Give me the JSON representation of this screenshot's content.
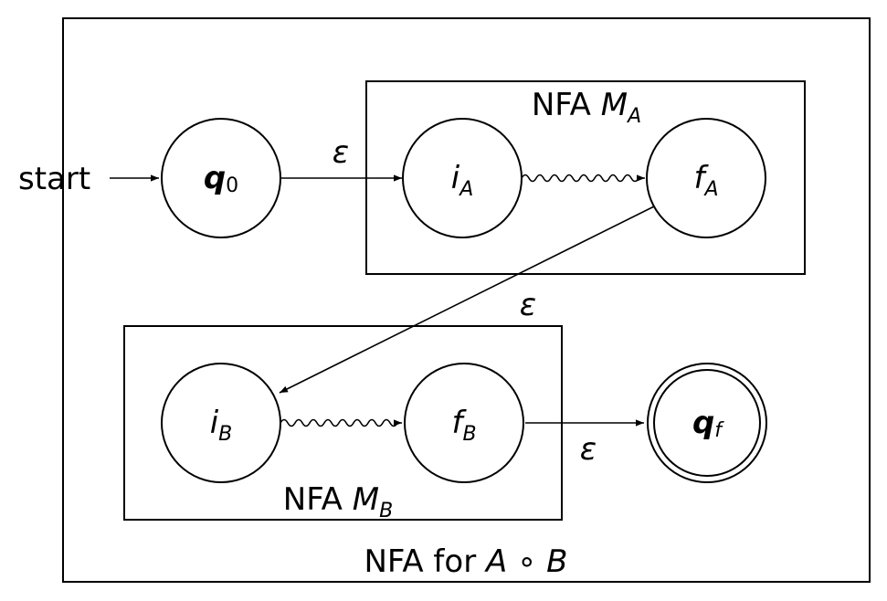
{
  "outer_label": {
    "prefix": "NFA for",
    "lhs": "A",
    "op": "∘",
    "rhs": "B"
  },
  "machine_a": {
    "prefix": "NFA",
    "name": "M",
    "sub": "A"
  },
  "machine_b": {
    "prefix": "NFA",
    "name": "M",
    "sub": "B"
  },
  "start_label": "start",
  "states": {
    "q0": {
      "name": "q",
      "sub": "0"
    },
    "iA": {
      "name": "i",
      "sub": "A"
    },
    "fA": {
      "name": "f",
      "sub": "A"
    },
    "iB": {
      "name": "i",
      "sub": "B"
    },
    "fB": {
      "name": "f",
      "sub": "B"
    },
    "qf": {
      "name": "q",
      "sub": "f"
    }
  },
  "transitions": {
    "q0_iA": "ε",
    "fA_iB": "ε",
    "fB_qf": "ε"
  }
}
